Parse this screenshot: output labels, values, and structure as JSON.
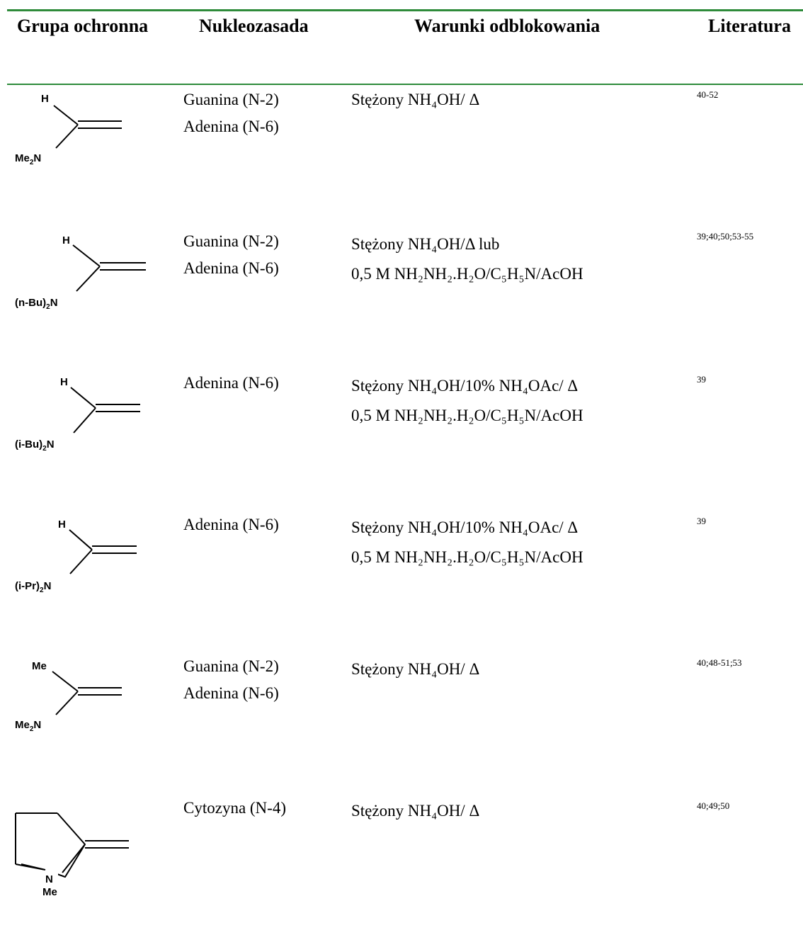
{
  "table": {
    "headers": [
      "Grupa ochronna",
      "Nukleozasada",
      "Warunki odblokowania",
      "Literatura"
    ],
    "rows": [
      {
        "top_label": "H",
        "bottom_label": "Me2N",
        "nucleobases": [
          "Guanina (N-2)",
          "Adenina (N-6)"
        ],
        "conditions": [
          "Stężony NH₄OH/ Δ"
        ],
        "literature": "40-52"
      },
      {
        "top_label": "H",
        "bottom_label": "(n-Bu)2N",
        "nucleobases": [
          "Guanina (N-2)",
          "Adenina (N-6)"
        ],
        "conditions": [
          "Stężony NH₄OH/Δ   lub",
          "0,5 M NH₂NH₂.H₂O/C₅H₅N/AcOH"
        ],
        "literature": "39;40;50;53-55"
      },
      {
        "top_label": "H",
        "bottom_label": "(i-Bu)2N",
        "nucleobases": [
          "Adenina (N-6)"
        ],
        "conditions": [
          "Stężony NH₄OH/10% NH₄OAc/ Δ",
          "0,5 M NH₂NH₂.H₂O/C₅H₅N/AcOH"
        ],
        "literature": "39"
      },
      {
        "top_label": "H",
        "bottom_label": "(i-Pr)2N",
        "nucleobases": [
          "Adenina (N-6)"
        ],
        "conditions": [
          "Stężony NH₄OH/10% NH₄OAc/  Δ",
          "0,5 M NH₂NH₂.H₂O/C₅H₅N/AcOH"
        ],
        "literature": "39"
      },
      {
        "top_label": "Me",
        "bottom_label": "Me2N",
        "nucleobases": [
          "Guanina (N-2)",
          "Adenina (N-6)"
        ],
        "conditions": [
          "Stężony NH₄OH/ Δ"
        ],
        "literature": "40;48-51;53"
      },
      {
        "ring_labels": [
          "N",
          "Me"
        ],
        "nucleobases": [
          "Cytozyna (N-4)"
        ],
        "conditions": [
          "Stężony NH₄OH/ Δ"
        ],
        "literature": "40;49;50"
      }
    ]
  }
}
